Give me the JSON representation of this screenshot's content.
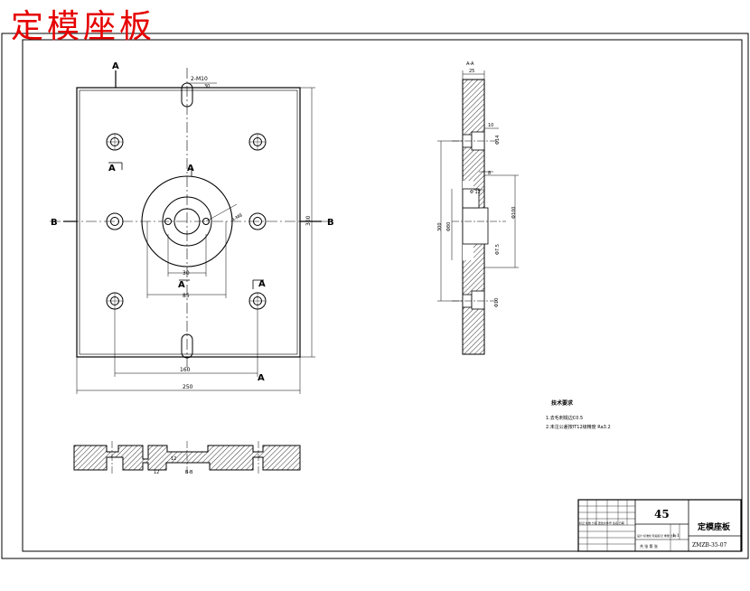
{
  "header_title": "定模座板",
  "section_labels": {
    "a": "A",
    "b": "B",
    "side_view": "A-A",
    "bottom_view_tag": "B-B"
  },
  "dimensions": {
    "top_slot": "2-M10",
    "top_slot_depth": "30",
    "width_overall": "250",
    "height_overall": "300",
    "hole_spacing_h": "160",
    "center_bore_d1": "30",
    "center_bore_d2": "85",
    "pin_holes": "4-M8",
    "side_thickness": "25",
    "side_pocket": "10",
    "side_pocket_d": "Φ14",
    "side_step": "8",
    "side_step_d": "Φ 12",
    "side_height": "Φ80",
    "side_total": "300",
    "side_d_center": "Φ100",
    "side_hole": "Φ7.5",
    "side_lower": "Φ10",
    "bottom_label_1": "12",
    "bottom_label_2": "12"
  },
  "notes": {
    "heading": "技术要求",
    "line1": "1.去毛刺锐边C0.5",
    "line2": "2.未注公差按IT12级精度 Ra3.2"
  },
  "title_block": {
    "material": "45",
    "part_name": "定模座板",
    "drawing_no": "ZMZB-35-07",
    "scale": "1:1",
    "row_labels": "标记 处数 分区 更改文件号 签名 日期",
    "row_labels2": "设计 标准化 阶段标记 重量 比例",
    "row_labels3": "共 张 第 张"
  },
  "colors": {
    "title_red": "#e60000",
    "line": "#000000",
    "background": "#ffffff"
  }
}
